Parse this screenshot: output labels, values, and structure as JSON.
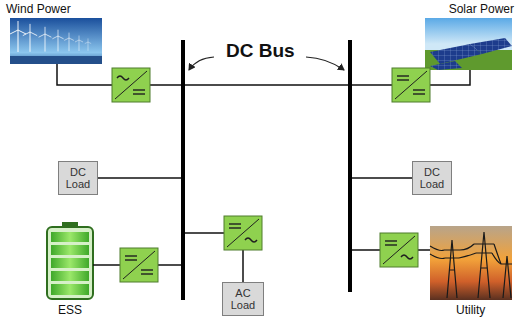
{
  "diagram": {
    "nodes": [
      {
        "text": [
          "DC Load"
        ]
      },
      {
        "text": [
          "DC Load"
        ]
      },
      {
        "text": [
          "AC Load"
        ]
      }
    ],
    "labels": [
      "Wind Power",
      "Solar Power",
      "DC Bus",
      "ESS",
      "Utility"
    ]
  }
}
